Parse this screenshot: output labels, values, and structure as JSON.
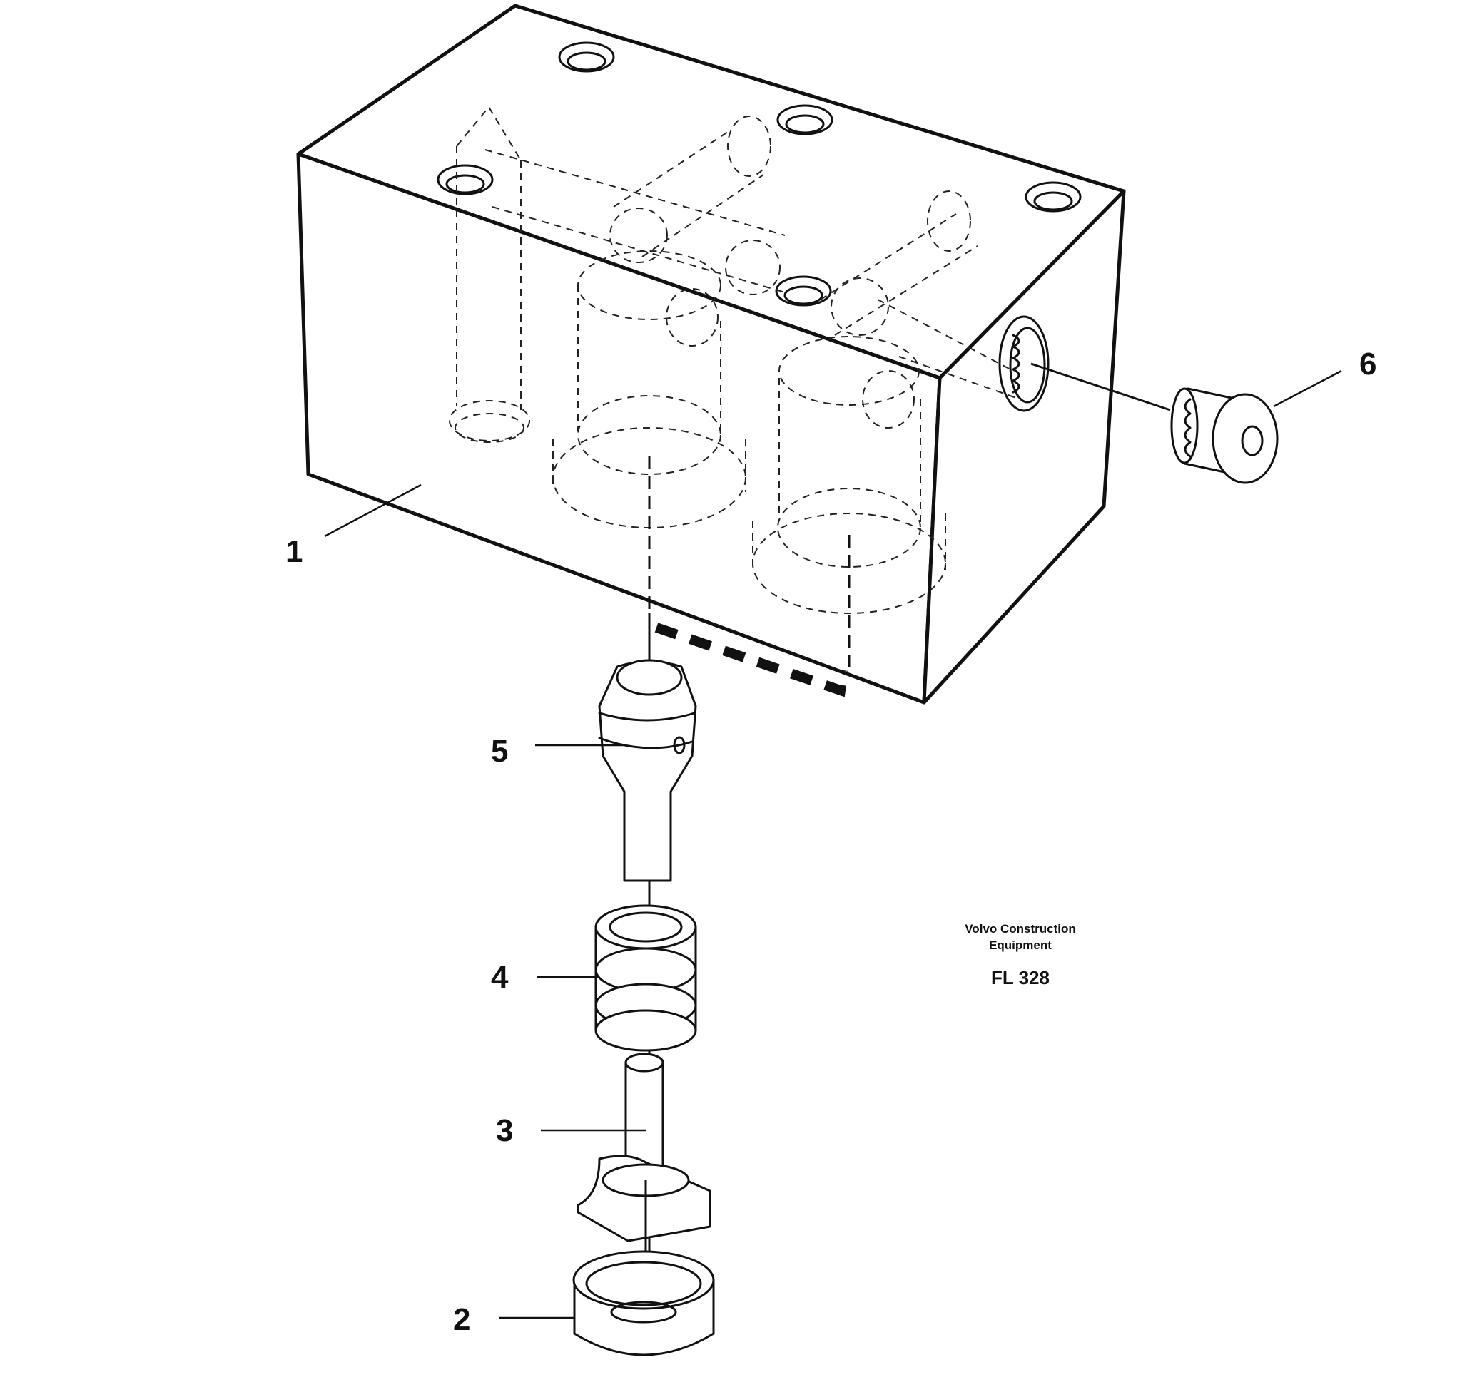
{
  "callouts": {
    "c1": "1",
    "c2": "2",
    "c3": "3",
    "c4": "4",
    "c5": "5",
    "c6": "6"
  },
  "caption": {
    "line1": "Volvo Construction",
    "line2": "Equipment",
    "code": "FL 328"
  }
}
